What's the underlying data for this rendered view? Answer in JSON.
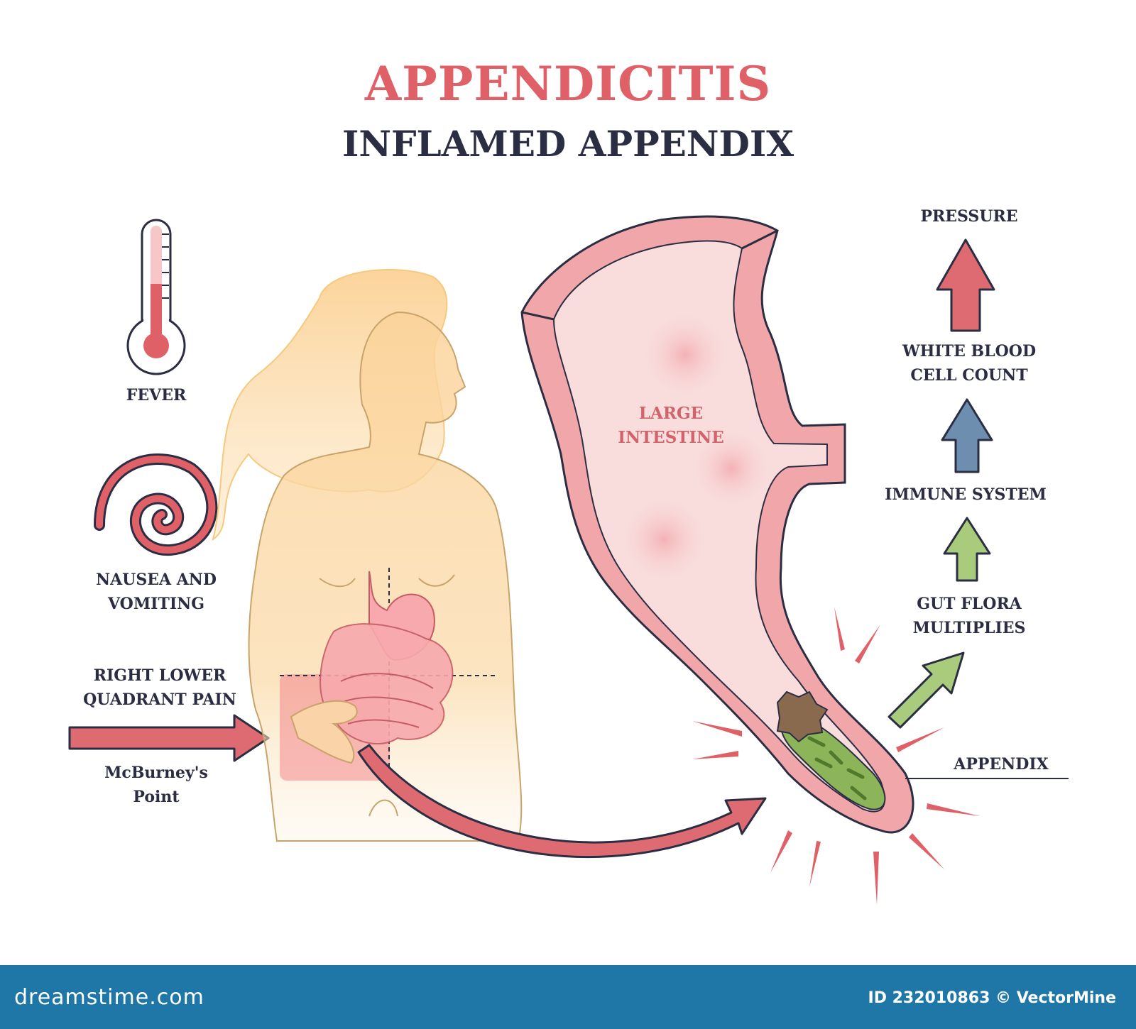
{
  "header": {
    "title": "APPENDICITIS",
    "subtitle": "INFLAMED APPENDIX"
  },
  "symptoms": {
    "fever": "FEVER",
    "nausea": "NAUSEA AND\nVOMITING",
    "pain": "RIGHT LOWER\nQUADRANT PAIN",
    "mcburney": "McBurney's\nPoint"
  },
  "anatomy": {
    "large_intestine": "LARGE\nINTESTINE",
    "appendix": "APPENDIX"
  },
  "process": {
    "pressure": "PRESSURE",
    "wbc": "WHITE BLOOD\nCELL COUNT",
    "immune": "IMMUNE SYSTEM",
    "gut_flora": "GUT FLORA\nMULTIPLIES"
  },
  "footer": {
    "brand": "dreamstime.com",
    "id_text": "ID 232010863 © VectorMine"
  },
  "colors": {
    "title": "#e06068",
    "text": "#2b2d42",
    "arrow_red": "#de6b71",
    "arrow_blue": "#6d8eae",
    "arrow_green": "#a8cc7c",
    "skin": "#fbd8a0",
    "intestine": "#f0a0a4",
    "footer_bg": "#1f77a8"
  },
  "icons": [
    "thermometer-icon",
    "spiral-icon",
    "arrow-up-icon",
    "arrow-right-icon"
  ]
}
